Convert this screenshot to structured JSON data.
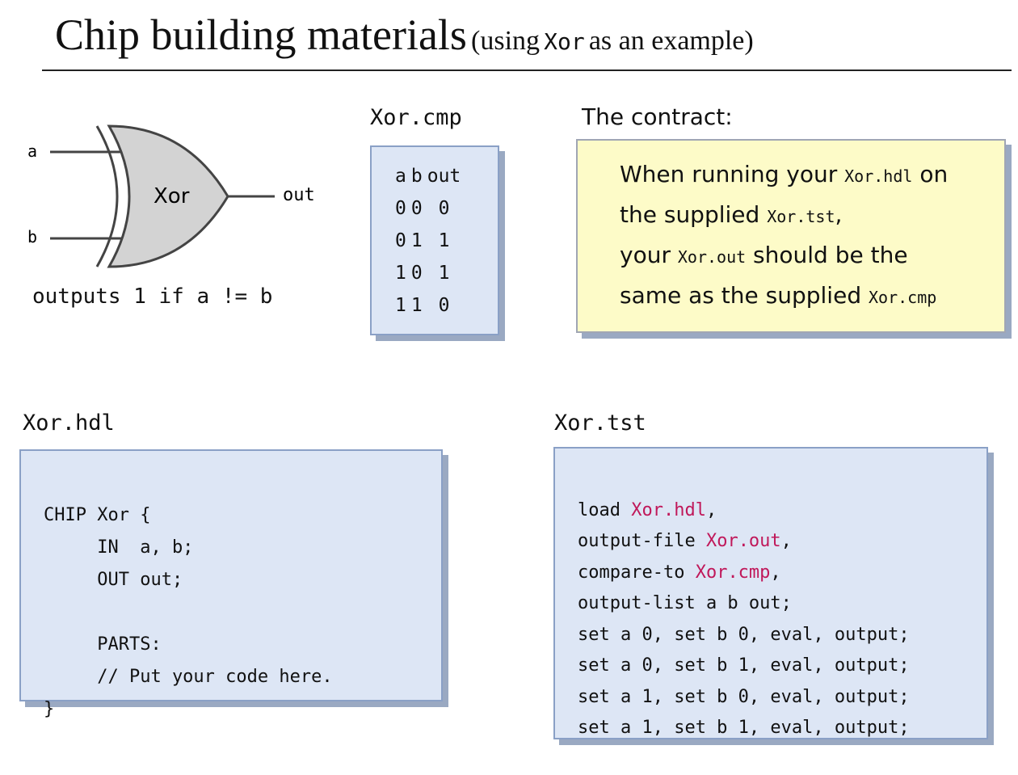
{
  "title": {
    "main": "Chip building materials",
    "sub_open": "(using",
    "sub_code": "Xor",
    "sub_close": "as an example)"
  },
  "gate": {
    "name": "Xor",
    "input_a": "a",
    "input_b": "b",
    "output": "out",
    "caption": "outputs 1 if a != b",
    "fill_color": "#d3d3d3"
  },
  "cmp_file": {
    "label": "Xor.cmp",
    "header": [
      "a",
      "b",
      "out"
    ],
    "rows": [
      [
        "0",
        "0",
        "0"
      ],
      [
        "0",
        "1",
        "1"
      ],
      [
        "1",
        "0",
        "1"
      ],
      [
        "1",
        "1",
        "0"
      ]
    ]
  },
  "contract": {
    "label": "The contract:",
    "l1_a": "When running your ",
    "l1_code": "Xor.hdl",
    "l1_b": " on",
    "l2_a": "the supplied ",
    "l2_code": "Xor.tst",
    "l2_b": ",",
    "l3_a": "your ",
    "l3_code": "Xor.out",
    "l3_b": " should be the",
    "l4_a": "same as the supplied ",
    "l4_code": "Xor.cmp"
  },
  "hdl_file": {
    "label": "Xor.hdl",
    "lines": [
      "CHIP Xor {",
      "     IN  a, b;",
      "     OUT out;",
      "",
      "     PARTS:",
      "     // Put your code here.",
      "}"
    ]
  },
  "tst_file": {
    "label": "Xor.tst",
    "l1_a": "load ",
    "l1_b": "Xor.hdl",
    "l1_c": ",",
    "l2_a": "output-file ",
    "l2_b": "Xor.out",
    "l2_c": ",",
    "l3_a": "compare-to ",
    "l3_b": "Xor.cmp",
    "l3_c": ",",
    "lines_plain": [
      "output-list a b out;",
      "set a 0, set b 0, eval, output;",
      "set a 0, set b 1, eval, output;",
      "set a 1, set b 0, eval, output;",
      "set a 1, set b 1, eval, output;"
    ],
    "highlight_color": "#c0185a"
  }
}
